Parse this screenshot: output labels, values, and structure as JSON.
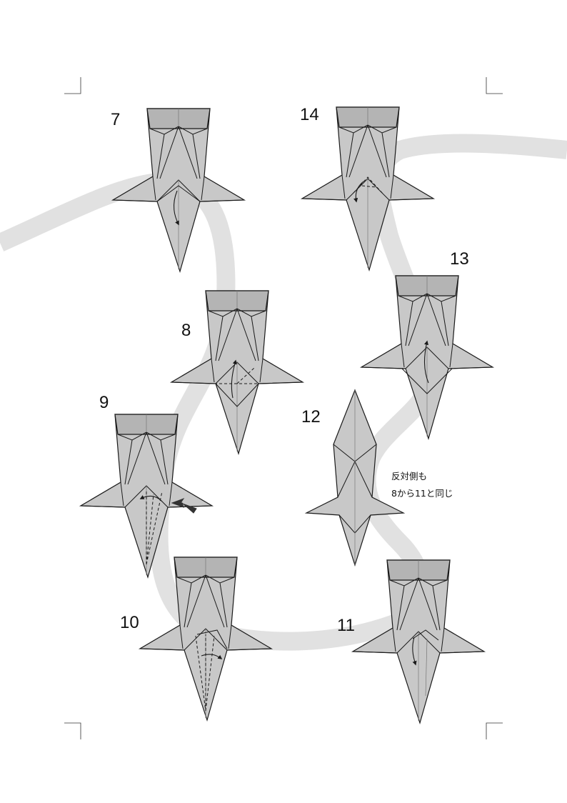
{
  "steps": [
    {
      "label": "7"
    },
    {
      "label": "14"
    },
    {
      "label": "13"
    },
    {
      "label": "8"
    },
    {
      "label": "9"
    },
    {
      "label": "12"
    },
    {
      "label": "10"
    },
    {
      "label": "11"
    }
  ],
  "note": {
    "line1": "反対側も",
    "line2": "8から11と同じ"
  }
}
